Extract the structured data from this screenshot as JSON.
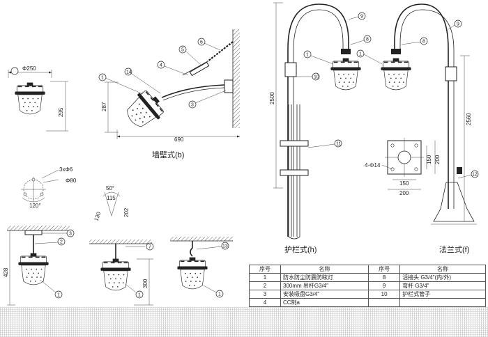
{
  "views": {
    "top_left": {
      "diameter": "Φ250",
      "height": "295"
    },
    "wall": {
      "caption": "墙壁式(b)",
      "width": "690",
      "height": "287",
      "callouts": [
        "1",
        "14",
        "4",
        "5",
        "6",
        "3"
      ]
    },
    "guardrail": {
      "caption": "护栏式(h)",
      "height": "2500",
      "callouts": [
        "9",
        "8",
        "1",
        "10",
        "11"
      ]
    },
    "flange": {
      "caption": "法兰式(f)",
      "height": "2560",
      "callouts": [
        "9",
        "8",
        "1",
        "12"
      ],
      "plate": {
        "holes": "4-Φ14",
        "w_inner": "150",
        "w_outer": "200",
        "h_inner": "150",
        "h_outer": "200"
      }
    },
    "ceiling_mount": {
      "holes": "3xΦ6",
      "diameter": "Φ80",
      "angle": "120°",
      "height": "428",
      "callouts": [
        "3",
        "2",
        "1"
      ]
    },
    "pendant": {
      "angle": "50°",
      "d1": "115",
      "d2": "202",
      "d3": "130",
      "height": "300",
      "callouts": [
        "7",
        "1"
      ]
    },
    "hook": {
      "callouts": [
        "13",
        "1"
      ]
    }
  },
  "table": {
    "headers": [
      "序号",
      "名称",
      "序号",
      "名称"
    ],
    "rows": [
      [
        "1",
        "防水防尘防震防眩灯",
        "8",
        "活接头 G3/4\"(内/外)"
      ],
      [
        "2",
        "300mm 吊杆G3/4\"",
        "9",
        "弯杆 G3/4\""
      ],
      [
        "3",
        "安装吸盘G3/4\"",
        "10",
        "护栏式管子"
      ],
      [
        "4",
        "CC制a",
        "",
        ""
      ]
    ]
  }
}
